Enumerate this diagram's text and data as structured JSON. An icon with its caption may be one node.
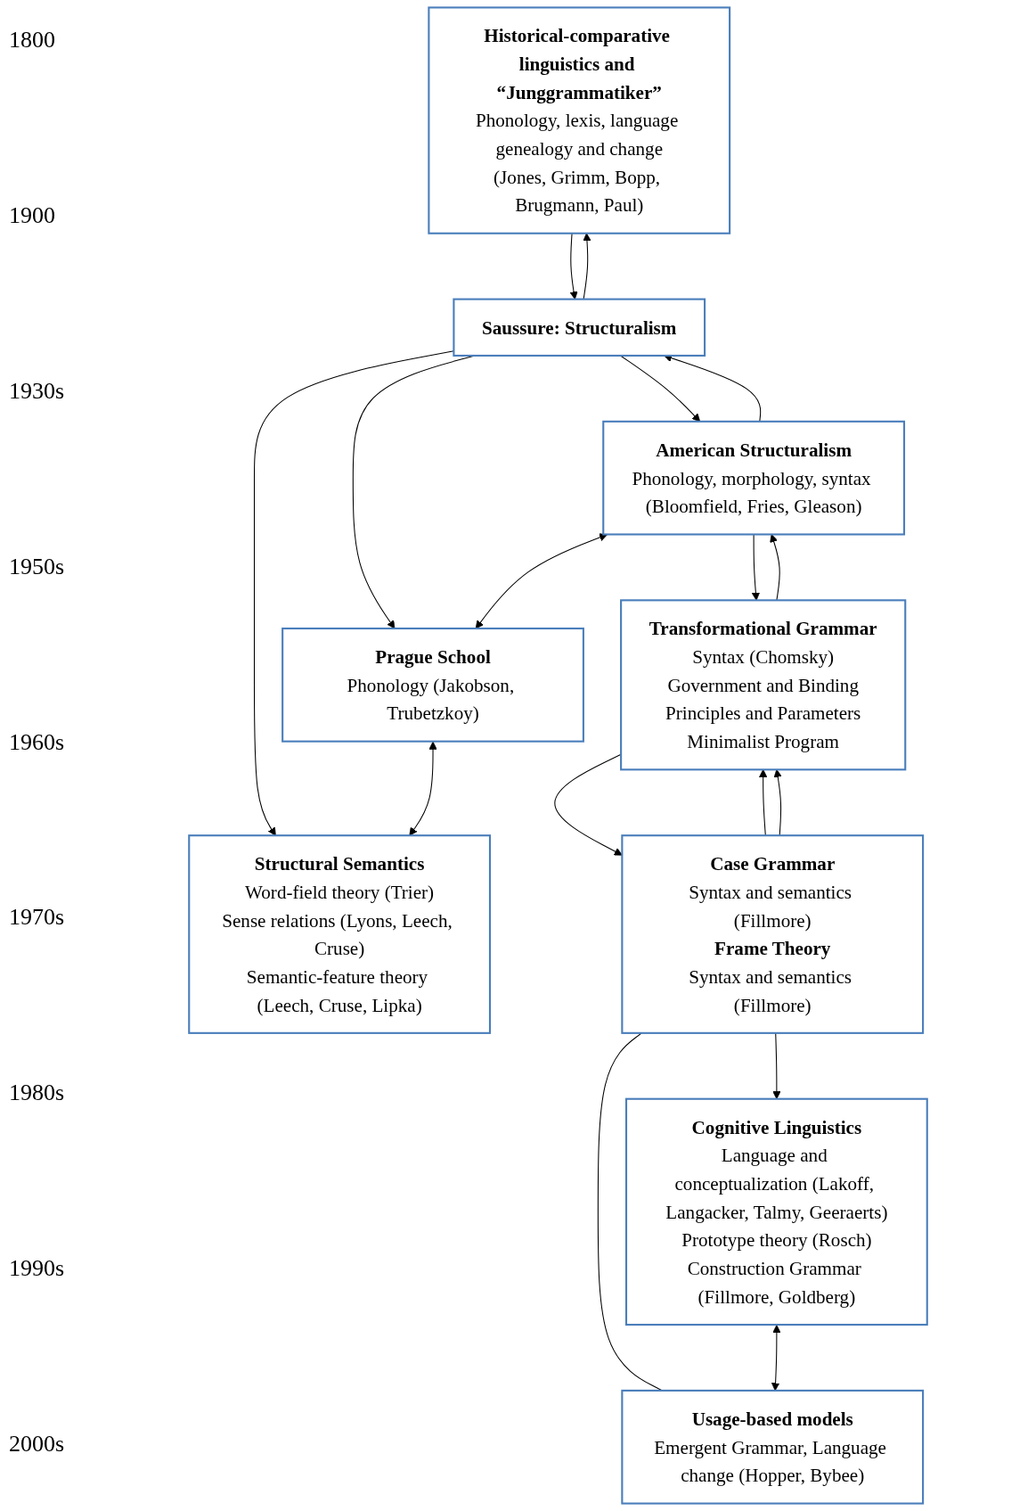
{
  "diagram": {
    "nodes": [
      {
        "text": [
          "Historical-comparative linguistics and “Junggrammatiker”",
          "Phonology, lexis, language genealogy and change",
          "(Jones, Grimm, Bopp, Brugmann, Paul)"
        ]
      },
      {
        "text": [
          "Saussure: Structuralism"
        ]
      },
      {
        "text": [
          "American Structuralism",
          "Phonology, morphology, syntax (Bloomfield, Fries, Gleason)"
        ]
      },
      {
        "text": [
          "Prague School",
          "Phonology (Jakobson, Trubetzkoy)"
        ]
      },
      {
        "text": [
          "Structural Semantics",
          "Word-field theory (Trier)",
          "Sense relations (Lyons, Leech, Cruse)",
          "Semantic-feature theory (Leech, Cruse, Lipka)"
        ]
      },
      {
        "text": [
          "Transformational Grammar",
          "Syntax (Chomsky)",
          "Government and Binding",
          "Principles and Parameters",
          "Minimalist Program"
        ]
      },
      {
        "text": [
          "Case Grammar",
          "Syntax and semantics (Fillmore)",
          "Frame Theory",
          "Syntax and semantics (Fillmore)"
        ]
      },
      {
        "text": [
          "Cognitive Linguistics",
          "Language and conceptualization (Lakoff, Langacker, Talmy, Geeraerts)",
          "Prototype theory (Rosch)",
          "Construction Grammar (Fillmore, Goldberg)"
        ]
      },
      {
        "text": [
          "Usage-based models",
          "Emergent Grammar, Language change (Hopper, Bybee)"
        ]
      }
    ],
    "edges": [
      {
        "from": 1,
        "to": 0,
        "arrow": "to"
      },
      {
        "from": 0,
        "to": 1,
        "arrow": "to"
      },
      {
        "from": 2,
        "to": 1,
        "arrow": "to"
      },
      {
        "from": 1,
        "to": 2,
        "arrow": "to"
      },
      {
        "from": 1,
        "to": 3,
        "arrow": "to"
      },
      {
        "from": 1,
        "to": 4,
        "arrow": "to"
      },
      {
        "from": 2,
        "to": 3,
        "arrow": "both"
      },
      {
        "from": 3,
        "to": 4,
        "arrow": "both"
      },
      {
        "from": 2,
        "to": 5,
        "arrow": "to"
      },
      {
        "from": 5,
        "to": 2,
        "arrow": "to"
      },
      {
        "from": 6,
        "to": 5,
        "arrow": "to"
      },
      {
        "from": 5,
        "to": 6,
        "arrow": "to"
      },
      {
        "from": 6,
        "to": 5,
        "arrow": "to"
      },
      {
        "from": 6,
        "to": 8,
        "arrow": "none"
      },
      {
        "from": 6,
        "to": 7,
        "arrow": "to"
      },
      {
        "from": 7,
        "to": 8,
        "arrow": "both"
      }
    ],
    "labels": [
      "1800",
      "1900",
      "1930s",
      "1950s",
      "1960s",
      "1970s",
      "1980s",
      "1990s",
      "2000s"
    ]
  }
}
